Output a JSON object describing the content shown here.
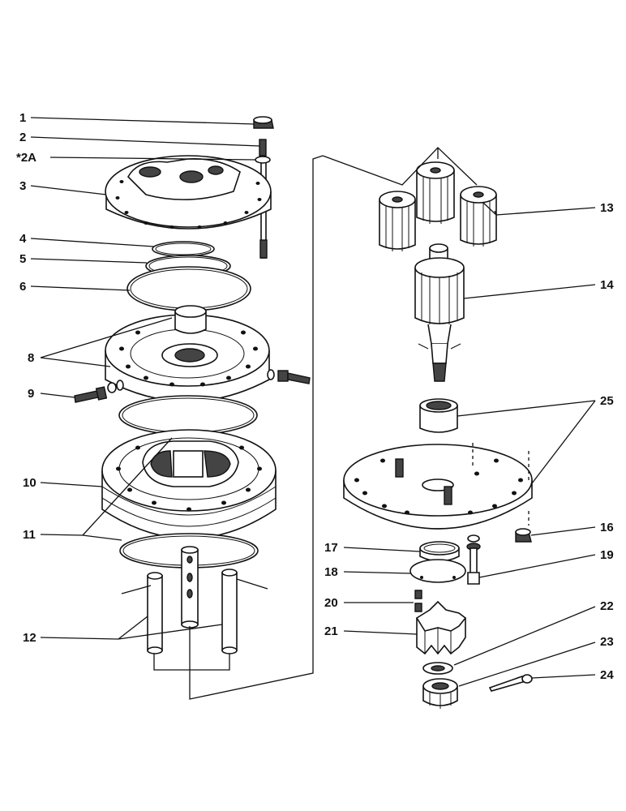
{
  "labels": [
    "1",
    "2",
    "*2A",
    "3",
    "4",
    "5",
    "6",
    "8",
    "9",
    "10",
    "11",
    "12",
    "13",
    "14",
    "25",
    "16",
    "17",
    "18",
    "19",
    "20",
    "21",
    "22",
    "23",
    "24"
  ]
}
